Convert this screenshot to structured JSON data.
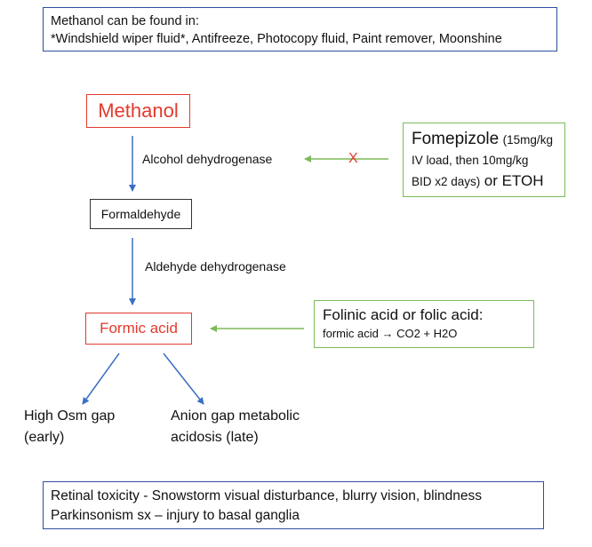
{
  "sources": {
    "line1": "Methanol can be found in:",
    "line2": "*Windshield wiper fluid*, Antifreeze, Photocopy fluid, Paint remover, Moonshine"
  },
  "methanol": "Methanol",
  "enzyme1": "Alcohol dehydrogenase",
  "block_mark": "X",
  "fomepizole": {
    "name": "Fomepizole",
    "dose1": "(15mg/kg",
    "dose2": "IV load, then 10mg/kg",
    "dose3": "BID x2 days)",
    "alt": "or ETOH"
  },
  "formaldehyde": "Formaldehyde",
  "enzyme2": "Aldehyde dehydrogenase",
  "formic_acid": "Formic acid",
  "folinic": {
    "title": "Folinic acid or folic acid:",
    "reaction": "formic acid → CO2 + H2O"
  },
  "outcomes": {
    "left_line1": "High Osm gap",
    "left_line2": "(early)",
    "right_line1": "Anion gap metabolic",
    "right_line2": "acidosis (late)"
  },
  "toxicity": {
    "line1": "Retinal toxicity - Snowstorm visual disturbance, blurry vision, blindness",
    "line2": "Parkinsonism sx – injury to basal ganglia"
  },
  "colors": {
    "flow_arrow": "#3a6fc4",
    "inhibitor_arrow": "#7dba5a",
    "toxic_text": "#e23a2e"
  }
}
